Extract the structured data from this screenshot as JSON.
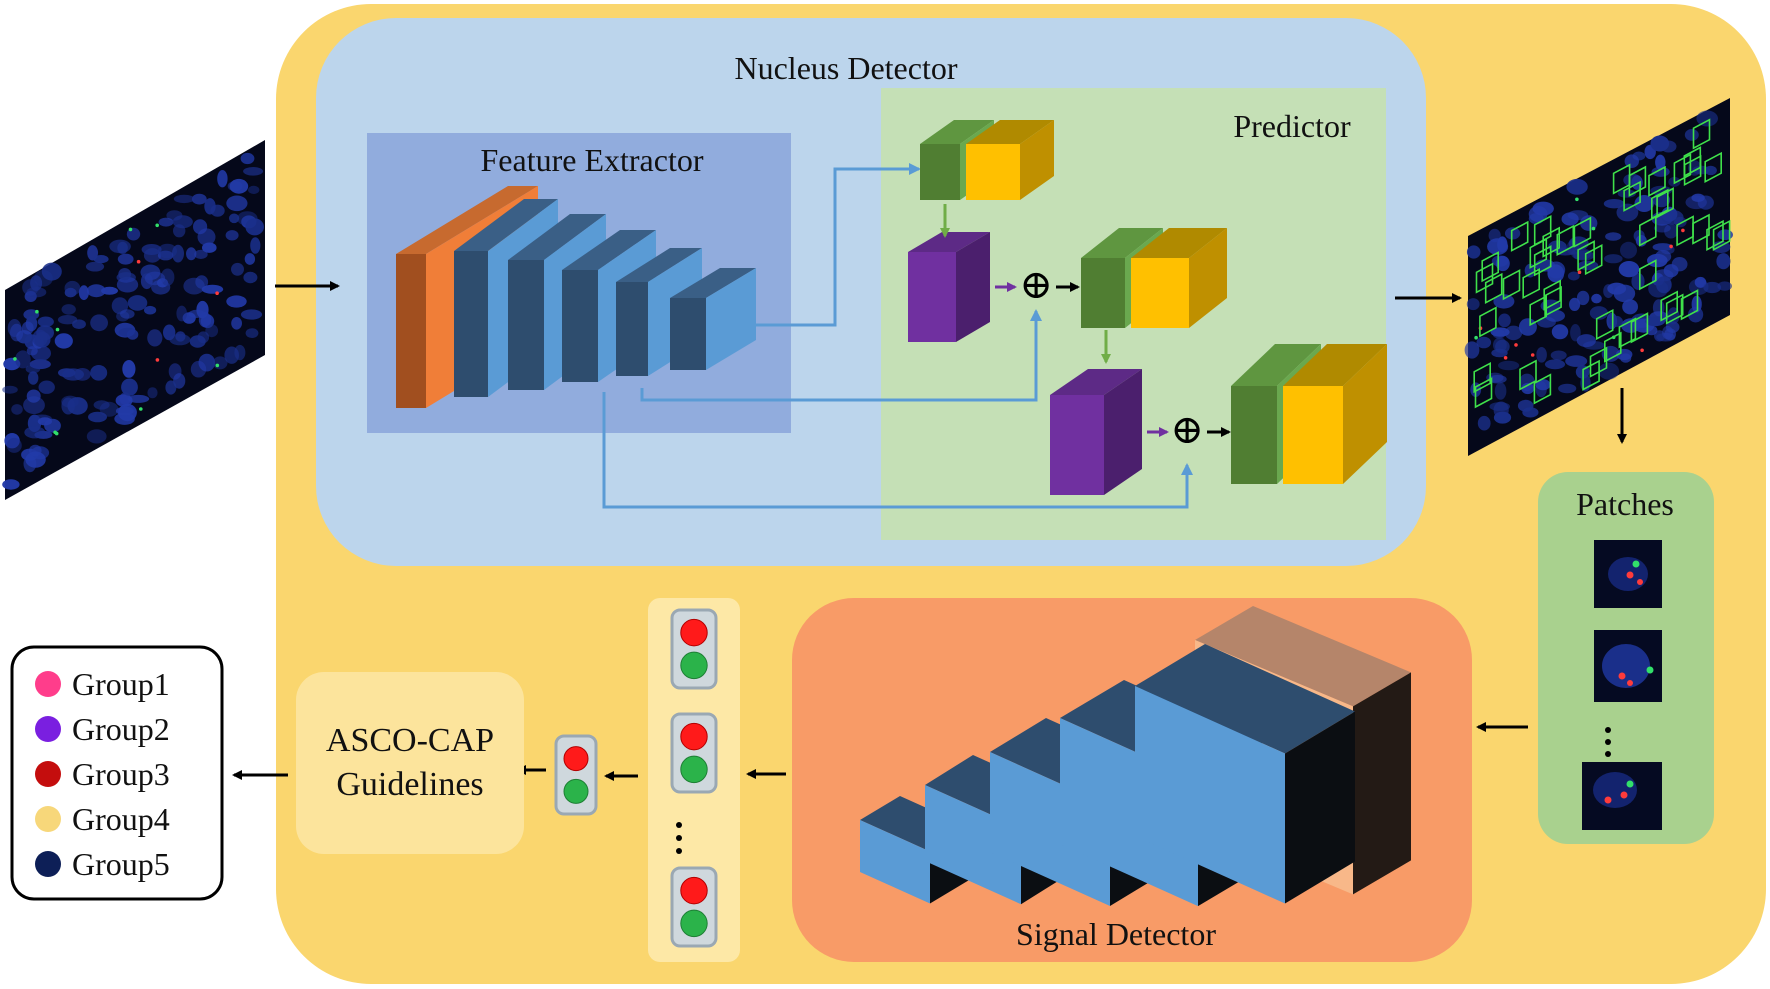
{
  "labels": {
    "nucleus_detector": "Nucleus Detector",
    "feature_extractor": "Feature Extractor",
    "predictor": "Predictor",
    "patches": "Patches",
    "signal_detector": "Signal Detector",
    "asco_line1": "ASCO-CAP",
    "asco_line2": "Guidelines",
    "plus_symbol": "⊕"
  },
  "legend": [
    {
      "label": "Group1",
      "color": "#ff3d8b"
    },
    {
      "label": "Group2",
      "color": "#7a1fe0"
    },
    {
      "label": "Group3",
      "color": "#c40d0d"
    },
    {
      "label": "Group4",
      "color": "#f7d77a"
    },
    {
      "label": "Group5",
      "color": "#0d1f57"
    }
  ],
  "colors": {
    "outer_bg": "#fad66e",
    "nucleus_bg": "#bcd5ec",
    "feature_bg": "#91acdd",
    "predictor_bg": "#c5e0b6",
    "patches_bg": "#a9d18e",
    "signal_bg": "#f89b67",
    "asco_bg": "#fce49c",
    "column_bg": "#fde8a6",
    "connector": "#5a9bd5",
    "green_arrow": "#70ad47",
    "purple_arrow": "#7030a0",
    "fluor_bg": "#05081a",
    "nuclei": "#1a2f8a",
    "signal_red": "#ff3b3b",
    "signal_green": "#32e06a",
    "box_green": "#3fe04a"
  },
  "icons": [
    "plus-circle-icon",
    "traffic-light-icon",
    "arrow-icon",
    "ellipsis-icon"
  ]
}
